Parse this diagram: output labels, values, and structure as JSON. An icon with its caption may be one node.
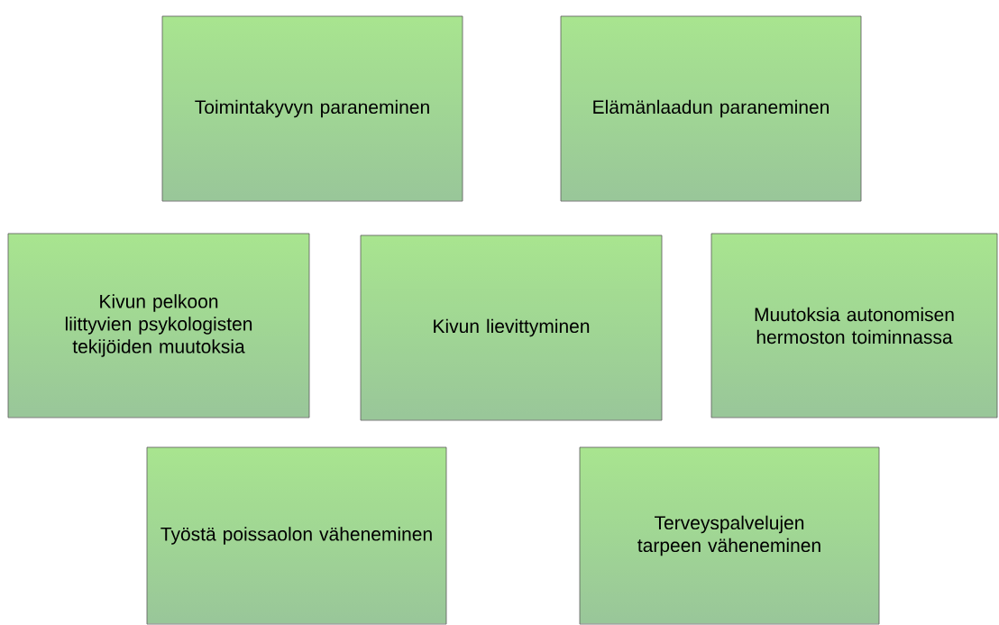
{
  "diagram": {
    "nodes": [
      {
        "text": [
          "Toimintakyvyn paraneminen"
        ]
      },
      {
        "text": [
          "Elämänlaadun paraneminen"
        ]
      },
      {
        "text": [
          "Kivun pelkoon liittyvien psykologisten tekijöiden muutoksia"
        ]
      },
      {
        "text": [
          "Kivun lievittyminen"
        ]
      },
      {
        "text": [
          "Muutoksia autonomisen hermoston toiminnassa"
        ]
      },
      {
        "text": [
          "Työstä poissaolon väheneminen"
        ]
      },
      {
        "text": [
          "Terveyspalvelujen tarpeen väheneminen"
        ]
      }
    ]
  }
}
